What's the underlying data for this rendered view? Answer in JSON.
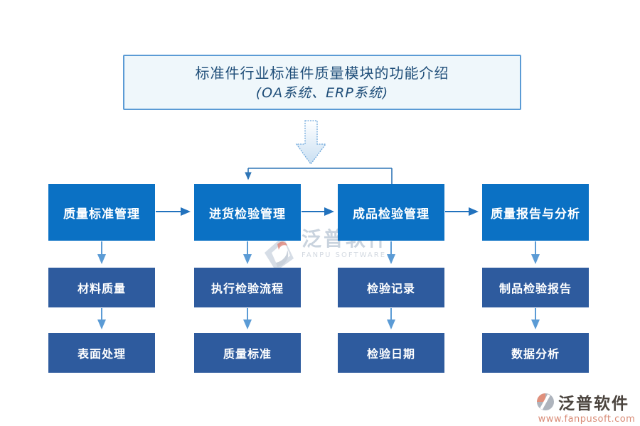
{
  "title": {
    "line1": "标准件行业标准件质量模块的功能介绍",
    "line2": "(OA系统、ERP系统)"
  },
  "flow": {
    "columns": [
      {
        "header": "质量标准管理",
        "items": [
          "材料质量",
          "表面处理"
        ]
      },
      {
        "header": "进货检验管理",
        "items": [
          "执行检验流程",
          "质量标准"
        ]
      },
      {
        "header": "成品检验管理",
        "items": [
          "检验记录",
          "检验日期"
        ]
      },
      {
        "header": "质量报告与分析",
        "items": [
          "制品检验报告",
          "数据分析"
        ]
      }
    ]
  },
  "watermark": {
    "name": "泛普软件",
    "subtitle": "FANPU SOFTWARE"
  },
  "footer": {
    "brand": "泛普软件",
    "website": "www.fanpusoft.com"
  },
  "colors": {
    "box-top": "#0b71c4",
    "box-sub": "#2e5b9e",
    "arrow-h": "#2272bd",
    "arrow-v": "#5b9bd5",
    "connector": "#2e75b6",
    "title-bg": "#eff7fb",
    "title-border": "#5b9bd5",
    "title-text": "#1f4e79",
    "block-arrow-stroke": "#6fa8dc",
    "block-arrow-fill": "#c9dff2",
    "wm-gray": "#c9d3de",
    "wm-sub": "#d3d9e1",
    "wm-accent": "#d45c4e",
    "logo-salmon": "#e0907c",
    "logo-gray": "#aeb4bd",
    "logo-text": "#4b443e",
    "url-color": "#d98b76"
  }
}
